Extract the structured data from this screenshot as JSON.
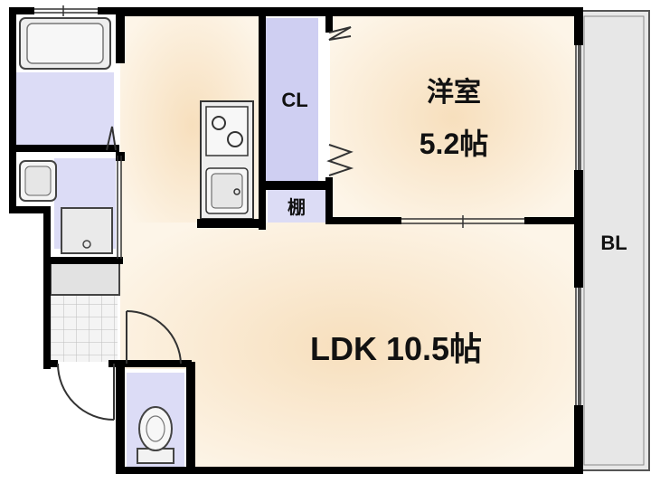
{
  "rooms": {
    "western_room": {
      "name": "洋室",
      "area": "5.2帖"
    },
    "ldk": {
      "name": "LDK 10.5帖"
    },
    "closet": {
      "name": "CL"
    },
    "shelf": {
      "name": "棚"
    },
    "balcony": {
      "name": "BL"
    }
  },
  "colors": {
    "wall": "#000000",
    "room_floor": "#fcefd9",
    "wet_area": "#d9d9f5",
    "closet": "#cfcff2",
    "balcony": "#e6e6e6",
    "tile": "#f0f0f0"
  }
}
